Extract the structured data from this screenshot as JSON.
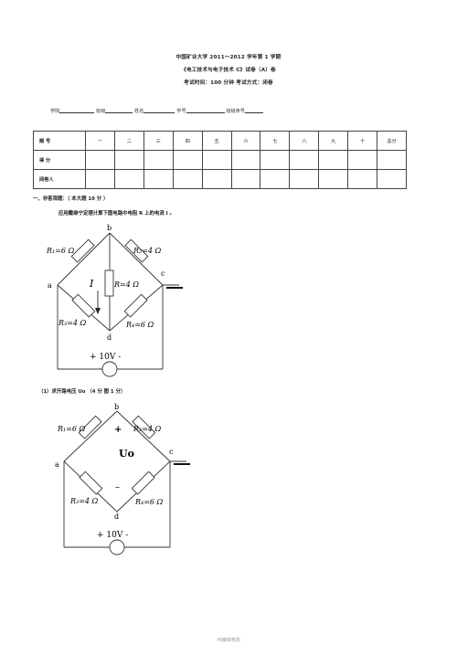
{
  "header": {
    "line1": "中国矿业大学 2011～2012 学年第 1 学期",
    "line2": "《电工技术与电子技术 C》试卷（A）卷",
    "line3": "考试时间：100 分钟          考试方式：闭卷"
  },
  "student_info": {
    "college": "学院",
    "class": "班级",
    "name": "姓名",
    "student_id": "学号",
    "seq": "班级序号"
  },
  "score_table": {
    "row_titles": [
      "题  号",
      "得  分",
      "阅卷人"
    ],
    "columns": [
      "一",
      "二",
      "三",
      "四",
      "五",
      "六",
      "七",
      "八",
      "九",
      "十",
      "总分"
    ]
  },
  "section1": {
    "title": "一、非客观题：（ 本大题 10 分 ）",
    "question": "应用戴维宁定理计算下图电路中电阻 R 上的电流 I 。"
  },
  "circuit1": {
    "node_b": "b",
    "node_a": "a",
    "node_c": "c",
    "node_d": "d",
    "r1": "R₁=6 Ω",
    "r2": "R₂=4 Ω",
    "r3": "R₃=4 Ω",
    "r4": "R₄=6 Ω",
    "r": "R=4 Ω",
    "current": "I",
    "source": "+ 10V -"
  },
  "sub1": {
    "title": "（1）求开路电压 Uo          （4 分   图 1 分）"
  },
  "circuit2": {
    "node_b": "b",
    "node_a": "a",
    "node_c": "c",
    "node_d": "d",
    "r1": "R₁=6 Ω",
    "r2": "R₂=4 Ω",
    "r3": "R₃=4 Ω",
    "r4": "R₄=6 Ω",
    "plus": "+",
    "minus": "–",
    "uo": "Uo",
    "source": "+ 10V -"
  },
  "footer": "-可编辑修改-"
}
